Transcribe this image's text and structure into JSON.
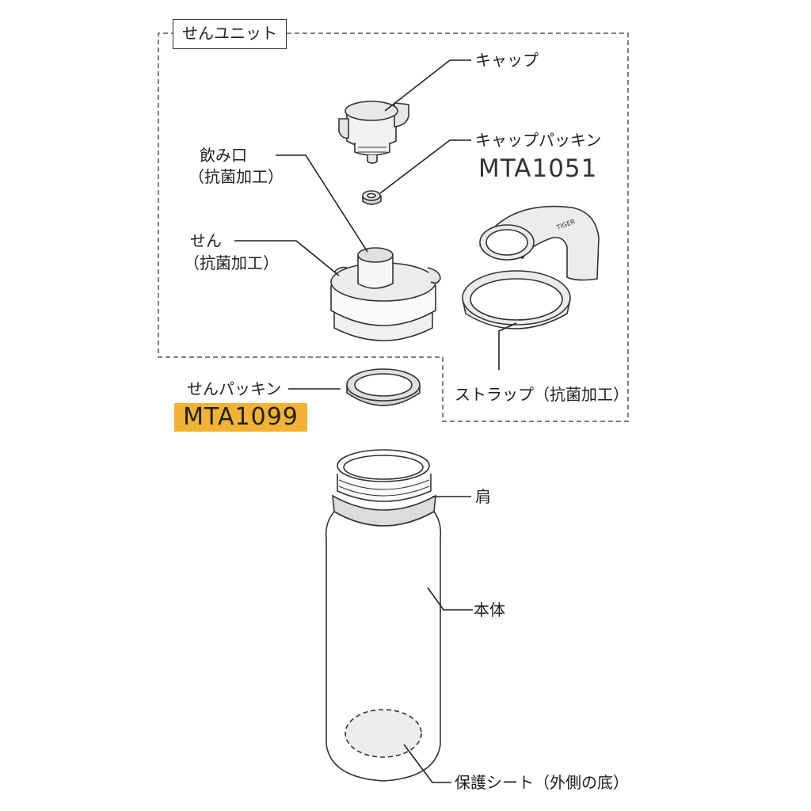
{
  "unit_title": "せんユニット",
  "labels": {
    "cap": "キャップ",
    "cap_packing": "キャップパッキン",
    "cap_packing_part": "MTA1051",
    "mouthpiece": "飲み口",
    "mouthpiece_note": "（抗菌加工）",
    "stopper": "せん",
    "stopper_note": "（抗菌加工）",
    "strap": "ストラップ（抗菌加工）",
    "stopper_packing": "せんパッキン",
    "stopper_packing_part": "MTA1099",
    "shoulder": "肩",
    "body": "本体",
    "protective_sheet": "保護シート（外側の底）"
  },
  "strap_logo": "TIGER",
  "colors": {
    "highlight": "#f2b233",
    "line": "#333333",
    "part_fill": "#e8e8e8",
    "shoulder_fill": "#dcdcdc"
  }
}
